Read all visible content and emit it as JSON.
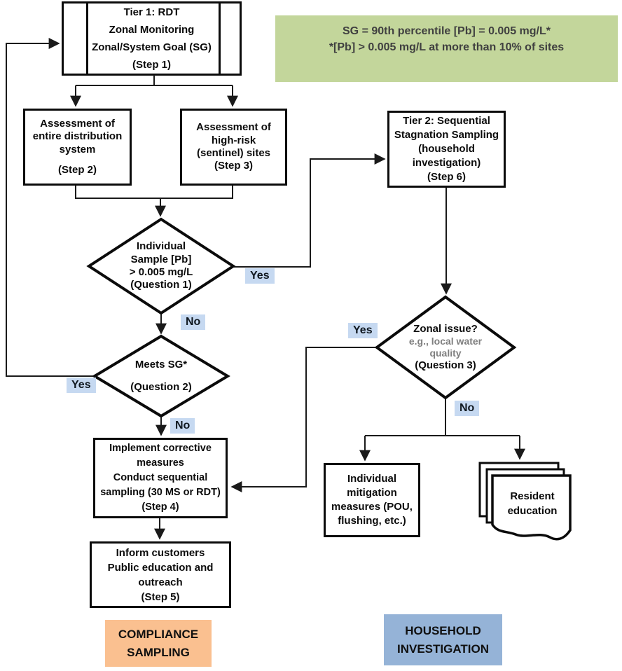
{
  "diagram": {
    "nodes": {
      "step1": {
        "lines": [
          "Tier 1: RDT",
          "Zonal Monitoring",
          "Zonal/System Goal (SG)",
          "(Step 1)"
        ]
      },
      "note": {
        "lines": [
          "SG = 90th percentile [Pb] = 0.005 mg/L*",
          "*[Pb] > 0.005 mg/L at more than 10% of sites"
        ]
      },
      "step2": {
        "lines": [
          "Assessment of",
          "entire distribution",
          "system",
          "(Step 2)"
        ]
      },
      "step3": {
        "lines": [
          "Assessment of",
          "high-risk",
          "(sentinel) sites",
          "(Step 3)"
        ]
      },
      "step6": {
        "lines": [
          "Tier 2: Sequential",
          "Stagnation Sampling",
          "(household",
          "investigation)",
          "(Step 6)"
        ]
      },
      "question1": {
        "lines": [
          "Individual",
          "Sample [Pb]",
          "> 0.005 mg/L",
          "(Question 1)"
        ]
      },
      "question2": {
        "lines": [
          "Meets SG*",
          "(Question 2)"
        ]
      },
      "question3": {
        "title": "Zonal issue?",
        "subtitle_lines": [
          "e.g., local water",
          "quality"
        ],
        "question": "(Question 3)"
      },
      "step4": {
        "lines": [
          "Implement corrective",
          "measures",
          "Conduct sequential",
          "sampling (30 MS or RDT)",
          "(Step 4)"
        ]
      },
      "step5": {
        "lines": [
          "Inform customers",
          "Public education and",
          "outreach",
          "(Step 5)"
        ]
      },
      "mitigation": {
        "lines": [
          "Individual",
          "mitigation",
          "measures (POU,",
          "flushing, etc.)"
        ]
      },
      "resident": {
        "lines": [
          "Resident",
          "education"
        ]
      }
    },
    "edge_labels": {
      "q1_yes": "Yes",
      "q1_no": "No",
      "q2_yes": "Yes",
      "q2_no": "No",
      "q3_yes": "Yes",
      "q3_no": "No"
    },
    "footer": {
      "compliance_lines": [
        "COMPLIANCE",
        "SAMPLING"
      ],
      "household_lines": [
        "HOUSEHOLD",
        "INVESTIGATION"
      ]
    },
    "colors": {
      "note_bg": "#c3d69b",
      "edge_label_bg": "#c6d9f1",
      "compliance_bg": "#fac090",
      "household_bg": "#95b3d7",
      "line_color": "#1a1a1a",
      "gray_text": "#7f7f7f"
    }
  }
}
